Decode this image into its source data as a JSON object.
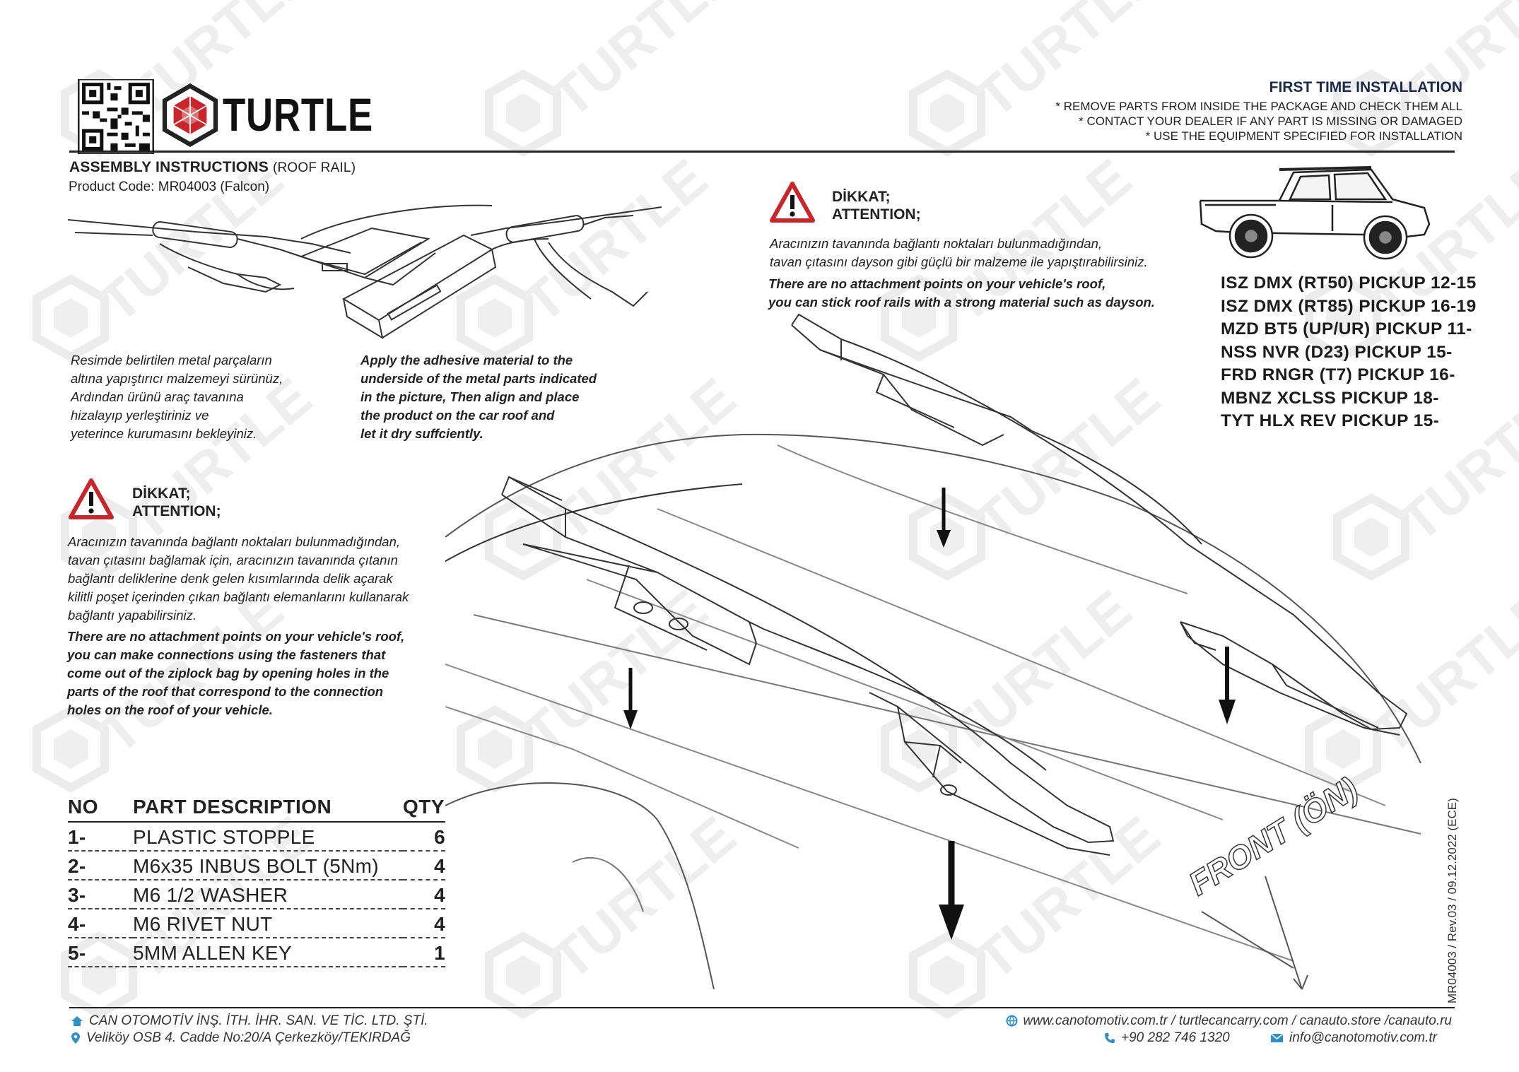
{
  "brand": {
    "name": "TURTLE",
    "watermark": "TURTLE",
    "accent": "#c8262b"
  },
  "header": {
    "title": "ASSEMBLY INSTRUCTIONS",
    "title_suffix": "(ROOF RAIL)",
    "product_code": "Product Code: MR04003 (Falcon)",
    "first_time_title": "FIRST TIME INSTALLATION",
    "first_time_items": [
      "* REMOVE PARTS FROM INSIDE THE PACKAGE AND CHECK THEM ALL",
      "* CONTACT YOUR DEALER IF ANY PART IS MISSING OR DAMAGED",
      "* USE THE EQUIPMENT SPECIFIED FOR INSTALLATION"
    ]
  },
  "step1": {
    "tr": [
      "Resimde belirtilen metal parçaların",
      "altına yapıştırıcı malzemeyi sürünüz,",
      "Ardından ürünü araç tavanına",
      "hizalayıp yerleştiriniz ve",
      "yeterince kurumasını bekleyiniz."
    ],
    "en": [
      "Apply the adhesive material to the",
      "underside of the metal parts indicated",
      "in the picture, Then align and place",
      "the product on the car roof and",
      "let it dry suffciently."
    ]
  },
  "warning_top": {
    "head1": "DİKKAT;",
    "head2": "ATTENTION;",
    "tr": [
      "Aracınızın tavanında bağlantı noktaları bulunmadığından,",
      "tavan çıtasını dayson gibi güçlü bir malzeme ile yapıştırabilirsiniz."
    ],
    "en": [
      "There are no attachment points on your vehicle's roof,",
      "you can stick roof rails with a strong material such as dayson."
    ]
  },
  "warning_left": {
    "head1": "DİKKAT;",
    "head2": "ATTENTION;",
    "tr": [
      "Aracınızın tavanında bağlantı noktaları bulunmadığından,",
      "tavan çıtasını bağlamak için, aracınızın tavanında çıtanın",
      "bağlantı deliklerine denk gelen kısımlarında delik açarak",
      "kilitli poşet içerinden çıkan bağlantı elemanlarını kullanarak",
      "bağlantı yapabilirsiniz."
    ],
    "en": [
      "There are no attachment points on your vehicle's roof,",
      "you can make connections using the fasteners that",
      "come out of the ziplock bag by opening holes in the",
      "parts of the roof that correspond to the connection",
      "holes on the roof of your vehicle."
    ]
  },
  "models": [
    "ISZ DMX (RT50) PICKUP 12-15",
    "ISZ DMX (RT85) PICKUP 16-19",
    "MZD BT5 (UP/UR) PICKUP 11-",
    "NSS NVR (D23) PICKUP 15-",
    "FRD RNGR (T7) PICKUP 16-",
    "MBNZ XCLSS PICKUP 18-",
    "TYT HLX REV PICKUP 15-"
  ],
  "parts_table": {
    "headers": {
      "no": "NO",
      "desc": "PART DESCRIPTION",
      "qty": "QTY"
    },
    "rows": [
      {
        "no": "1-",
        "desc": "PLASTIC STOPPLE",
        "qty": "6"
      },
      {
        "no": "2-",
        "desc": "M6x35 INBUS BOLT (5Nm)",
        "qty": "4"
      },
      {
        "no": "3-",
        "desc": "M6 1/2 WASHER",
        "qty": "4"
      },
      {
        "no": "4-",
        "desc": "M6 RIVET NUT",
        "qty": "4"
      },
      {
        "no": "5-",
        "desc": "5MM ALLEN KEY",
        "qty": "1"
      }
    ]
  },
  "front_label": "FRONT (ÖN)",
  "revision": "MR04003 / Rev.03 / 09.12.2022 (ECE)",
  "footer": {
    "company": "CAN OTOMOTİV İNŞ. İTH. İHR. SAN. VE TİC. LTD. ŞTİ.",
    "address": "Veliköy OSB 4. Cadde No:20/A Çerkezköy/TEKIRDAĞ",
    "websites": "www.canotomotiv.com.tr / turtlecancarry.com / canauto.store /canauto.ru",
    "phone": "+90 282 746 1320",
    "email": "info@canotomotiv.com.tr"
  }
}
